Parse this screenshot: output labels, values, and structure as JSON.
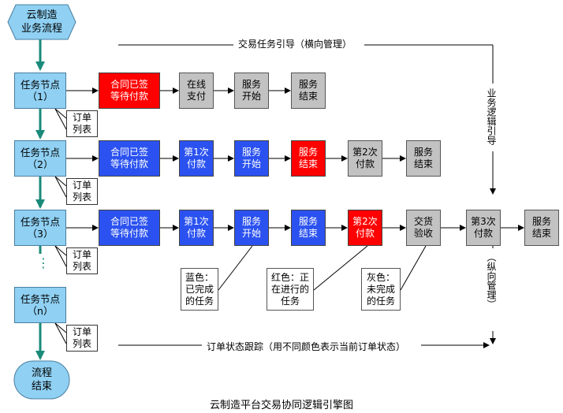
{
  "start_label": "云制造\n业务流程",
  "end_label": "流程\n结束",
  "horizontal_guide": "交易任务引导（横向管理）",
  "vertical_guide_right": "业务逻辑引导",
  "vertical_guide_lower": "（纵向管理）",
  "bottom_guide": "订单状态跟踪（用不同颜色表示当前订单状态）",
  "caption": "云制造平台交易协同逻辑引擎图",
  "ellipsis": "⋮",
  "nodes": [
    {
      "label": "任务节点\n（1）",
      "order": "订单\n列表",
      "steps": [
        {
          "label": "合同已签\n等待付款",
          "status": "red"
        },
        {
          "label": "在线\n支付",
          "status": "gray"
        },
        {
          "label": "服务\n开始",
          "status": "gray"
        },
        {
          "label": "服务\n结束",
          "status": "gray"
        }
      ]
    },
    {
      "label": "任务节点\n（2）",
      "order": "订单\n列表",
      "steps": [
        {
          "label": "合同已签\n等待付款",
          "status": "blue"
        },
        {
          "label": "第1次\n付款",
          "status": "blue"
        },
        {
          "label": "服务\n开始",
          "status": "blue"
        },
        {
          "label": "服务\n结束",
          "status": "red"
        },
        {
          "label": "第2次\n付款",
          "status": "gray"
        },
        {
          "label": "服务\n结束",
          "status": "gray"
        }
      ]
    },
    {
      "label": "任务节点\n（3）",
      "order": "订单\n列表",
      "steps": [
        {
          "label": "合同已签\n等待付款",
          "status": "blue"
        },
        {
          "label": "第1次\n付款",
          "status": "blue"
        },
        {
          "label": "服务\n开始",
          "status": "blue"
        },
        {
          "label": "服务\n结束",
          "status": "blue"
        },
        {
          "label": "第2次\n付款",
          "status": "red"
        },
        {
          "label": "交货\n验收",
          "status": "gray"
        },
        {
          "label": "第3次\n付款",
          "status": "gray"
        },
        {
          "label": "服务\n结束",
          "status": "gray"
        }
      ]
    },
    {
      "label": "任务节点\n（n）",
      "order": "订单\n列表",
      "steps": []
    }
  ],
  "legend": {
    "blue": "蓝色：\n已完成\n的任务",
    "red": "红色：正\n在进行的\n任务",
    "gray": "灰色：\n未完成\n的任务"
  },
  "colors": {
    "red": "#ff0000",
    "blue": "#2b52f0",
    "gray": "#c2c2c2",
    "light": "#8fd0f3",
    "teal": "#1a8a7a"
  }
}
